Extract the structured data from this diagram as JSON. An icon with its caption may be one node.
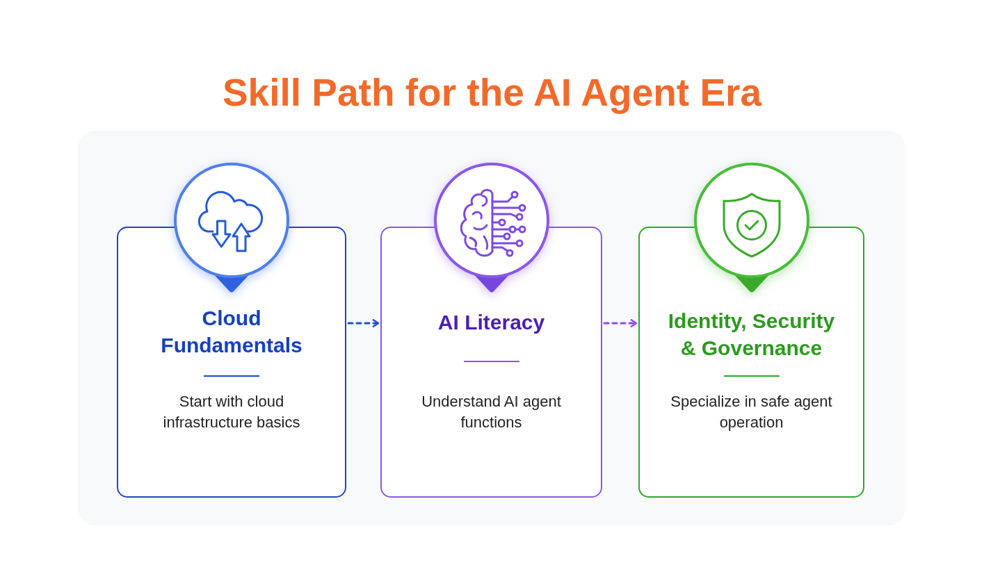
{
  "diagram": {
    "title": "Skill Path for the AI Agent Era",
    "nodes": [
      {
        "text": [
          "Cloud Fundamentals",
          "Start with cloud infrastructure basics"
        ]
      },
      {
        "text": [
          "AI Literacy",
          "Understand AI agent functions"
        ]
      },
      {
        "text": [
          "Identity, Security & Governance",
          "Specialize in safe agent operation"
        ]
      }
    ],
    "edges": [
      {
        "from": 0,
        "to": 1,
        "arrow": "to",
        "style": "dashed",
        "color": "#1f4fd0"
      },
      {
        "from": 1,
        "to": 2,
        "arrow": "to",
        "style": "dashed",
        "color": "#8a4ee8"
      }
    ]
  }
}
